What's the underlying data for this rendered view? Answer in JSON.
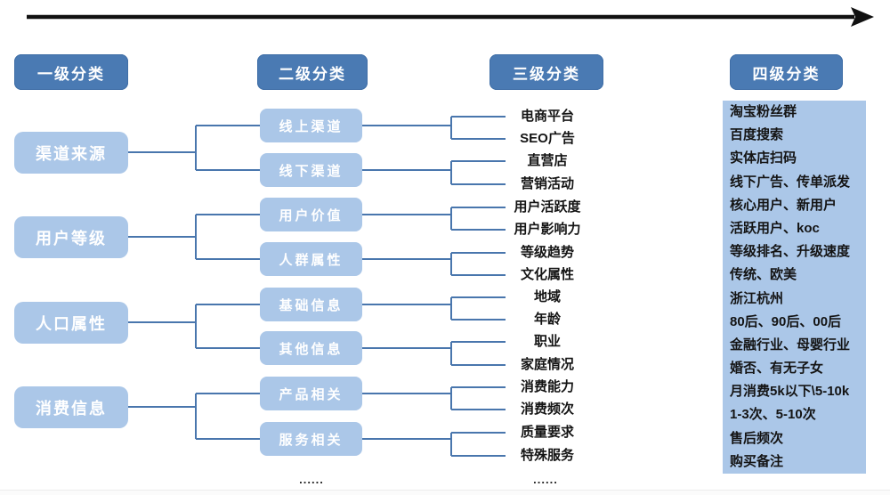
{
  "headers": [
    "一级分类",
    "二级分类",
    "三级分类",
    "四级分类"
  ],
  "level1": [
    "渠道来源",
    "用户等级",
    "人口属性",
    "消费信息"
  ],
  "level2": [
    "线上渠道",
    "线下渠道",
    "用户价值",
    "人群属性",
    "基础信息",
    "其他信息",
    "产品相关",
    "服务相关"
  ],
  "level3": [
    "电商平台",
    "SEO广告",
    "直营店",
    "营销活动",
    "用户活跃度",
    "用户影响力",
    "等级趋势",
    "文化属性",
    "地域",
    "年龄",
    "职业",
    "家庭情况",
    "消费能力",
    "消费频次",
    "质量要求",
    "特殊服务"
  ],
  "level4": [
    "淘宝粉丝群",
    "百度搜索",
    "实体店扫码",
    "线下广告、传单派发",
    "核心用户、新用户",
    "活跃用户、koc",
    "等级排名、升级速度",
    "传统、欧美",
    "浙江杭州",
    "80后、90后、00后",
    "金融行业、母婴行业",
    "婚否、有无子女",
    "月消费5k以下\\5-10k",
    "1-3次、5-10次",
    "售后频次",
    "购买备注"
  ],
  "ellipsis": {
    "level2": "......",
    "level3": "......"
  },
  "colors": {
    "header_bg": "#4a7ab3",
    "node_bg": "#abc7e8",
    "connector": "#4976ad",
    "arrow": "#111111",
    "text_dark": "#141414",
    "text_light": "#ffffff"
  }
}
